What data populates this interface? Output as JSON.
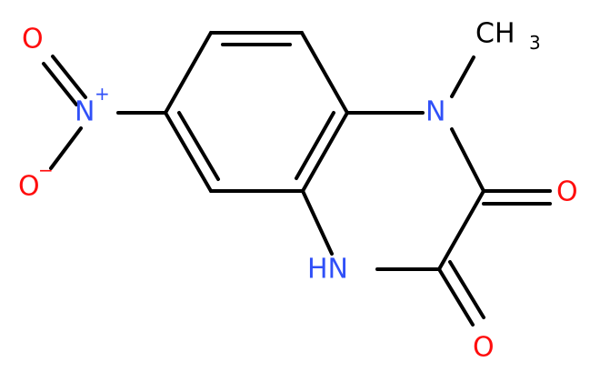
{
  "molecule": {
    "atoms": {
      "o_nitro_top": {
        "symbol": "O",
        "color": "#ff0d0d"
      },
      "n_nitro": {
        "symbol": "N",
        "charge": "+",
        "color": "#3050f8"
      },
      "o_nitro_bottom": {
        "symbol": "O",
        "charge": "−",
        "color": "#ff0d0d"
      },
      "n1": {
        "symbol": "N",
        "color": "#3050f8"
      },
      "nh": {
        "symbol": "HN",
        "color": "#3050f8"
      },
      "o_upper_carbonyl": {
        "symbol": "O",
        "color": "#ff0d0d"
      },
      "o_lower_carbonyl": {
        "symbol": "O",
        "color": "#ff0d0d"
      },
      "methyl": {
        "symbol": "CH",
        "subscript": "3",
        "color": "#000000"
      }
    }
  }
}
